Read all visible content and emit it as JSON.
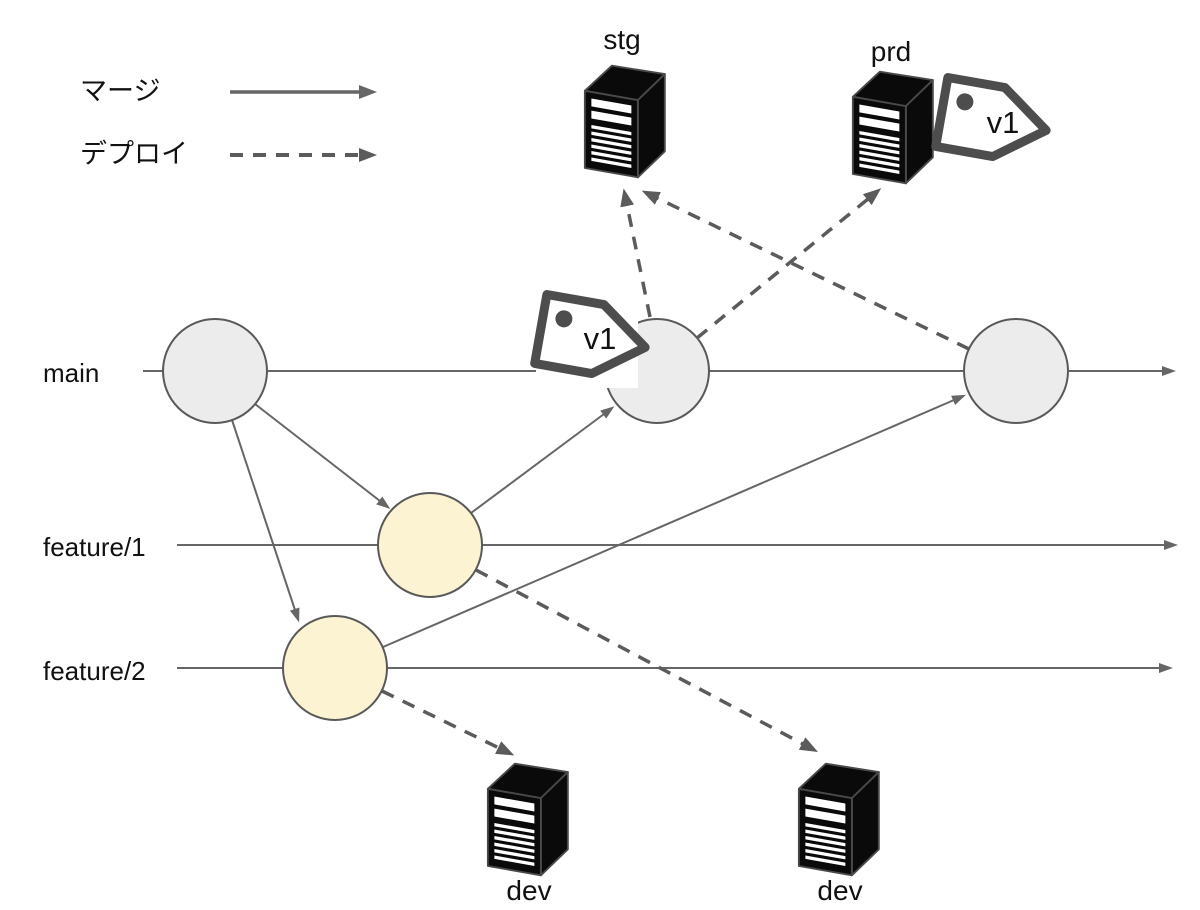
{
  "legend": {
    "merge_label": "マージ",
    "deploy_label": "デプロイ"
  },
  "branches": {
    "main": "main",
    "feature1": "feature/1",
    "feature2": "feature/2"
  },
  "servers": {
    "stg": "stg",
    "prd": "prd",
    "dev_left": "dev",
    "dev_right": "dev"
  },
  "tags": {
    "main_v1": "v1",
    "prd_v1": "v1"
  },
  "colors": {
    "commit_main_fill": "#ECECEC",
    "commit_feature_fill": "#FCF3D2",
    "commit_stroke": "#595959",
    "merge_arrow": "#666666",
    "deploy_arrow": "#5B5B5B",
    "server_fill": "#0A0A0A",
    "server_stripe": "#FFFFFF",
    "tag_stroke": "#4D4D4D",
    "label_text": "#111111"
  },
  "icons": {
    "server": "server-tower-icon",
    "tag": "price-tag-icon",
    "merge": "solid-arrow-icon",
    "deploy": "dashed-arrow-icon"
  },
  "relations": {
    "merges": [
      "main#1 → feature/1",
      "main#1 → feature/2",
      "feature/1 → main#2",
      "feature/2 → main#3"
    ],
    "deploys": [
      "main#2 → stg",
      "main#2 → prd",
      "main#3 → stg",
      "feature/1 → dev",
      "feature/2 → dev"
    ]
  }
}
